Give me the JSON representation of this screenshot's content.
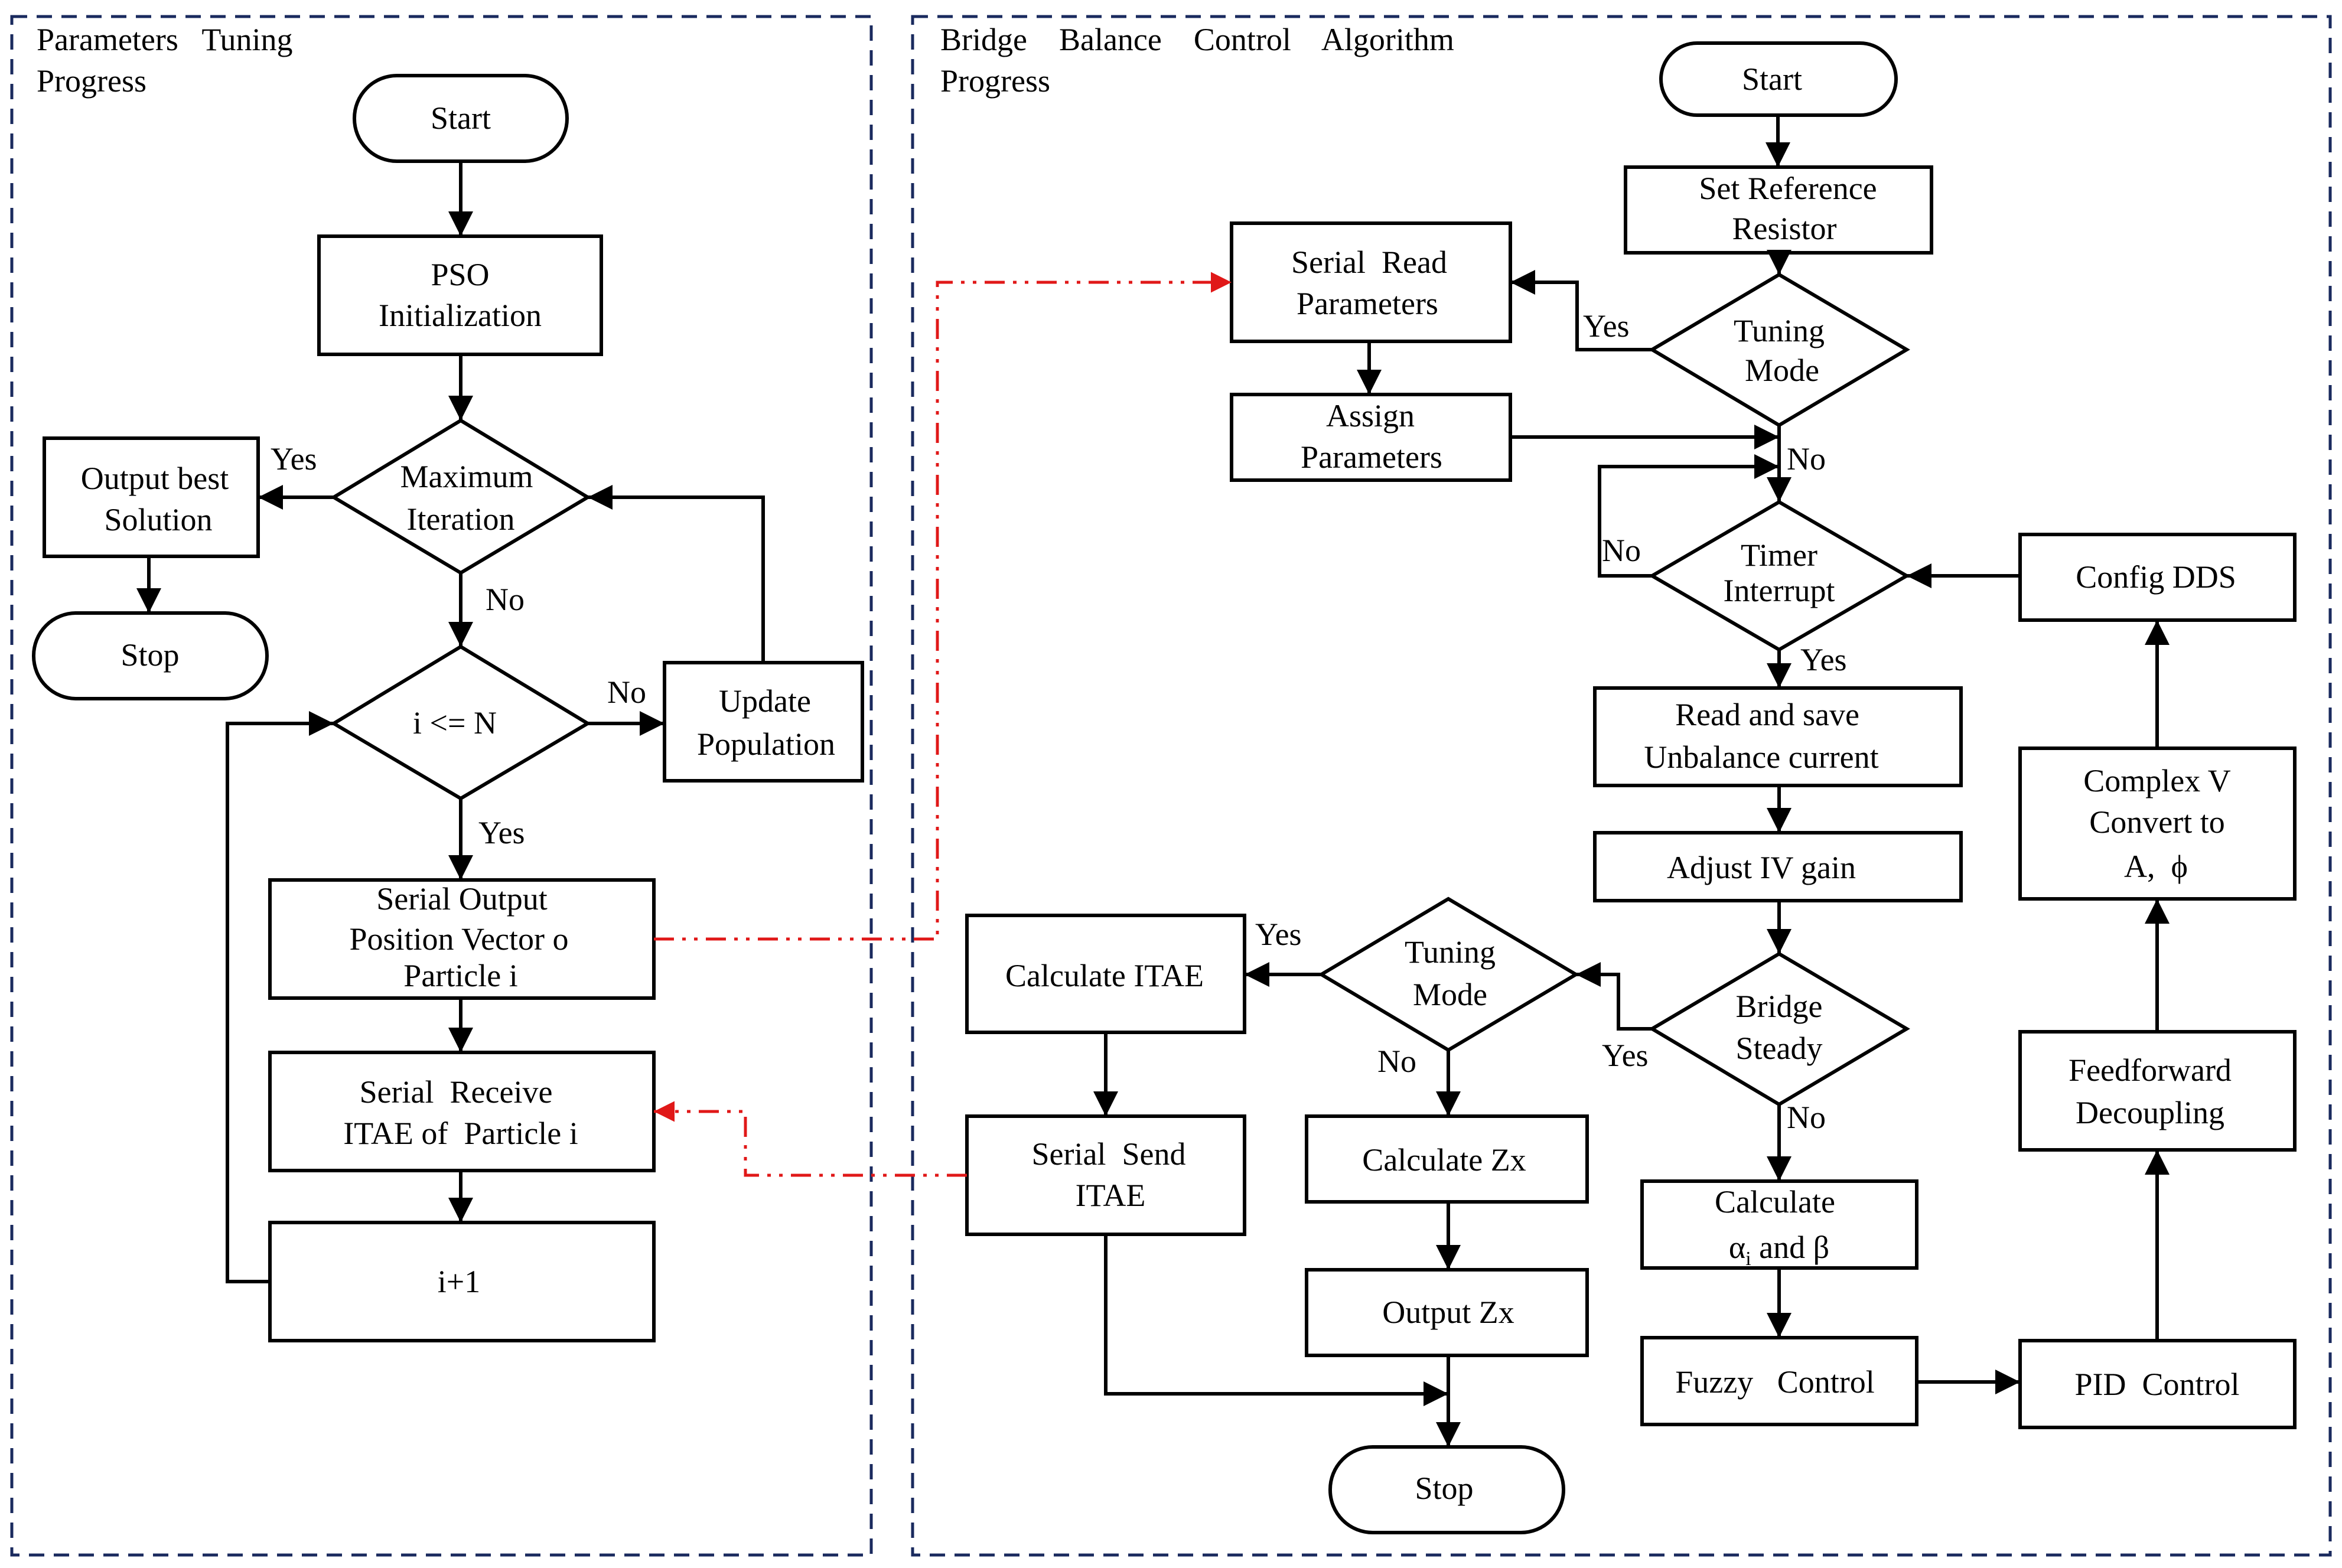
{
  "colors": {
    "line": "#000000",
    "link": "#e01818",
    "panel_border": "#1a2a5e"
  },
  "panels": {
    "left": {
      "title_line1": "Parameters   Tuning",
      "title_line2": "Progress"
    },
    "right": {
      "title_line1": "Bridge    Balance    Control    Algorithm",
      "title_line2": "Progress"
    }
  },
  "left": {
    "start": "Start",
    "pso_l1": "PSO",
    "pso_l2": "Initialization",
    "maxiter_l1": "Maximum",
    "maxiter_l2": "Iteration",
    "output_best_l1": "Output best",
    "output_best_l2": "Solution",
    "stop": "Stop",
    "cond": "i <= N",
    "update_l1": "Update",
    "update_l2": "Population",
    "serial_out_l1": "Serial Output",
    "serial_out_l2": "Position Vector o",
    "serial_out_l3": "Particle i",
    "serial_recv_l1": "Serial  Receive",
    "serial_recv_l2": "ITAE of  Particle i",
    "incr": "i+1",
    "lbl_yes_max": "Yes",
    "lbl_no_max": "No",
    "lbl_no_cond": "No",
    "lbl_yes_cond": "Yes"
  },
  "right": {
    "start": "Start",
    "setref_l1": "Set Reference",
    "setref_l2": "Resistor",
    "tuning1_l1": "Tuning",
    "tuning1_l2": "Mode",
    "serialread_l1": "Serial  Read",
    "serialread_l2": "Parameters",
    "assign_l1": "Assign",
    "assign_l2": "Parameters",
    "timer_l1": "Timer",
    "timer_l2": "Interrupt",
    "config_dds": "Config DDS",
    "readsave_l1": "Read and save",
    "readsave_l2": "Unbalance current",
    "adjust_iv": "Adjust IV gain",
    "complexv_l1": "Complex V",
    "complexv_l2": "Convert to",
    "complexv_l3": "A,  ϕ",
    "bridge_l1": "Bridge",
    "bridge_l2": "Steady",
    "tuning2_l1": "Tuning",
    "tuning2_l2": "Mode",
    "calc_itae": "Calculate ITAE",
    "serialsend_l1": "Serial  Send",
    "serialsend_l2": "ITAE",
    "calc_zx": "Calculate Zx",
    "output_zx": "Output Zx",
    "stop": "Stop",
    "calc_ab_l1": "Calculate",
    "calc_ab_alpha": "α",
    "calc_ab_sub": "i",
    "calc_ab_rest": " and β",
    "feedforward_l1": "Feedforward",
    "feedforward_l2": "Decoupling",
    "fuzzy": "Fuzzy   Control",
    "pid": "PID  Control",
    "lbl_yes_tuning1": "Yes",
    "lbl_no_tuning1": "No",
    "lbl_no_timer": "No",
    "lbl_yes_timer": "Yes",
    "lbl_yes_bridge": "Yes",
    "lbl_no_bridge": "No",
    "lbl_yes_tuning2": "Yes",
    "lbl_no_tuning2": "No"
  }
}
